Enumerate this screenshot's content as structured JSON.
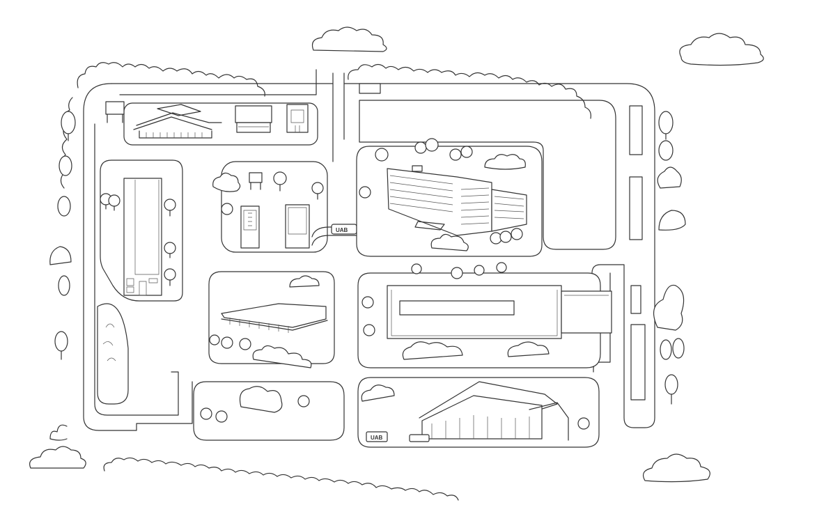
{
  "map": {
    "style": "line-art campus map",
    "colors": {
      "line": "#333333",
      "background": "#ffffff"
    }
  },
  "signs": {
    "bridge_sign": "UAB",
    "entrance_sign": "UAB"
  }
}
